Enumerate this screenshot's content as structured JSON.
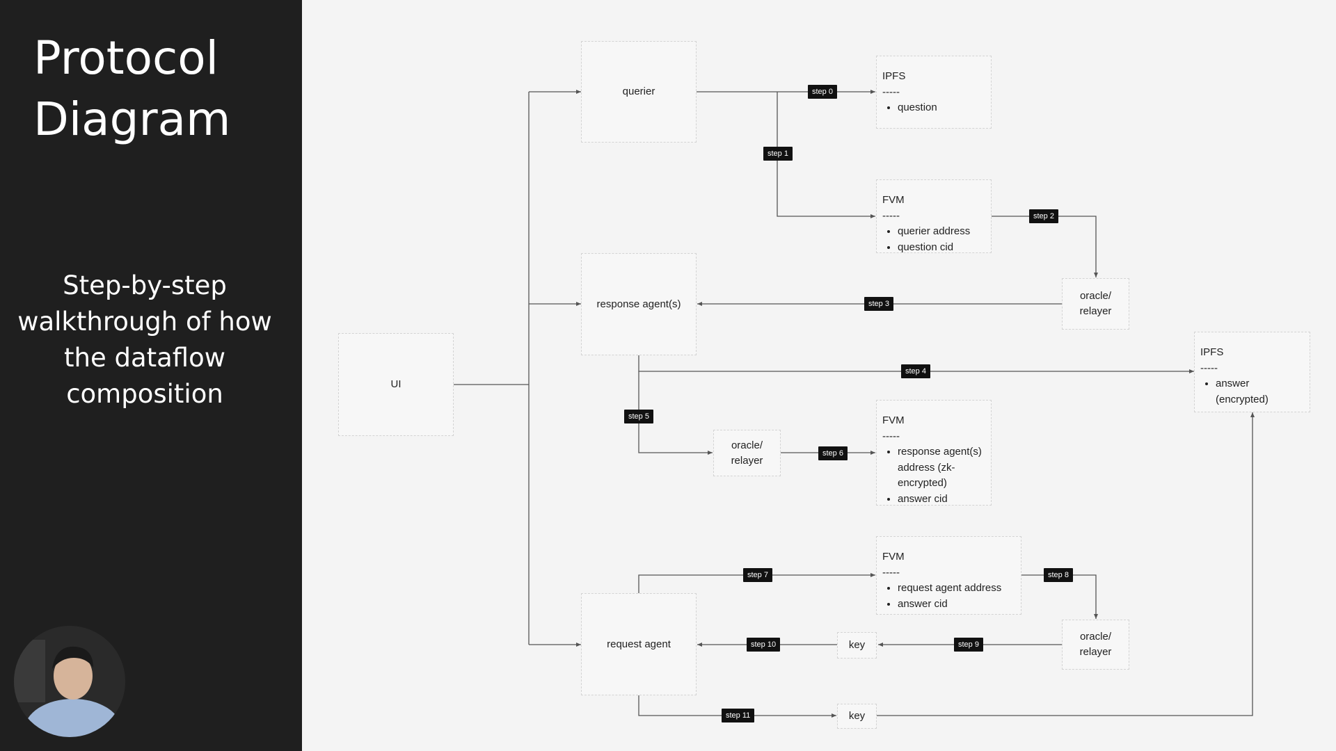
{
  "sidebar": {
    "title_line1": "Protocol",
    "title_line2": "Diagram",
    "subtitle": "Step-by-step walkthrough of how the dataflow composition"
  },
  "nodes": {
    "ui": "UI",
    "querier": "querier",
    "response_agent": "response agent(s)",
    "request_agent": "request agent",
    "oracle_top": {
      "line1": "oracle/",
      "line2": "relayer"
    },
    "oracle_mid": {
      "line1": "oracle/",
      "line2": "relayer"
    },
    "oracle_bottom": {
      "line1": "oracle/",
      "line2": "relayer"
    },
    "key_top": "key",
    "key_bottom": "key",
    "ipfs_question": {
      "title": "IPFS",
      "dashes": "-----",
      "items": [
        "question"
      ]
    },
    "fvm_querier": {
      "title": "FVM",
      "dashes": "-----",
      "items": [
        "querier address",
        "question cid"
      ]
    },
    "ipfs_answer": {
      "title": "IPFS",
      "dashes": "-----",
      "items": [
        "answer (encrypted)"
      ]
    },
    "fvm_response": {
      "title": "FVM",
      "dashes": "-----",
      "items": [
        "response agent(s) address (zk-encrypted)",
        "answer cid"
      ]
    },
    "fvm_request": {
      "title": "FVM",
      "dashes": "-----",
      "items": [
        "request agent address",
        "answer cid"
      ]
    }
  },
  "steps": [
    "step 0",
    "step 1",
    "step 2",
    "step 3",
    "step 4",
    "step 5",
    "step 6",
    "step 7",
    "step 8",
    "step 9",
    "step 10",
    "step 11"
  ]
}
